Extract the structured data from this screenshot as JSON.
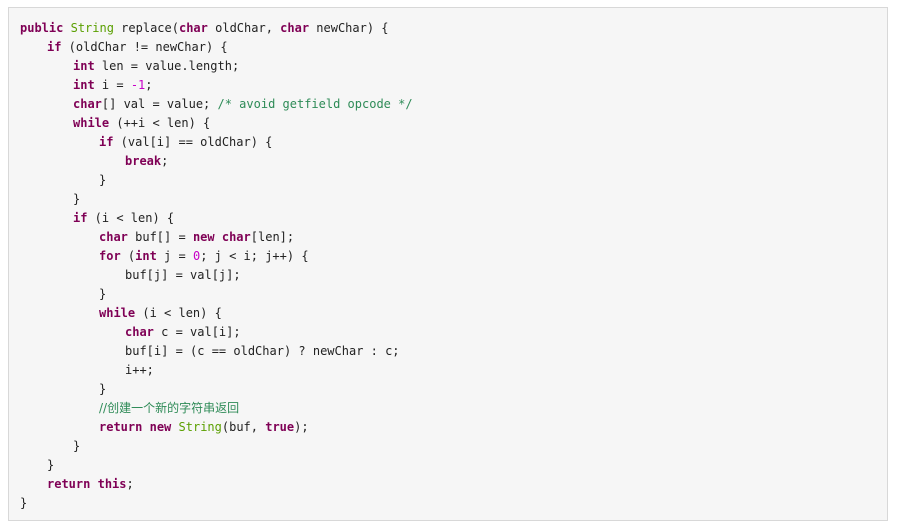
{
  "code": {
    "lines": [
      {
        "indent": 0,
        "tokens": [
          {
            "t": "kw",
            "v": "public"
          },
          {
            "t": "txt",
            "v": " "
          },
          {
            "t": "typ",
            "v": "String"
          },
          {
            "t": "txt",
            "v": " replace("
          },
          {
            "t": "kw",
            "v": "char"
          },
          {
            "t": "txt",
            "v": " oldChar, "
          },
          {
            "t": "kw",
            "v": "char"
          },
          {
            "t": "txt",
            "v": " newChar) {"
          }
        ]
      },
      {
        "indent": 1,
        "tokens": [
          {
            "t": "kw",
            "v": "if"
          },
          {
            "t": "txt",
            "v": " (oldChar != newChar) {"
          }
        ]
      },
      {
        "indent": 2,
        "tokens": [
          {
            "t": "kw",
            "v": "int"
          },
          {
            "t": "txt",
            "v": " len = value.length;"
          }
        ]
      },
      {
        "indent": 2,
        "tokens": [
          {
            "t": "kw",
            "v": "int"
          },
          {
            "t": "txt",
            "v": " i = "
          },
          {
            "t": "num",
            "v": "-1"
          },
          {
            "t": "txt",
            "v": ";"
          }
        ]
      },
      {
        "indent": 2,
        "tokens": [
          {
            "t": "kw",
            "v": "char"
          },
          {
            "t": "txt",
            "v": "[] val = value; "
          },
          {
            "t": "cmt",
            "v": "/* avoid getfield opcode */"
          }
        ]
      },
      {
        "indent": 2,
        "tokens": [
          {
            "t": "kw",
            "v": "while"
          },
          {
            "t": "txt",
            "v": " (++i < len) {"
          }
        ]
      },
      {
        "indent": 3,
        "tokens": [
          {
            "t": "kw",
            "v": "if"
          },
          {
            "t": "txt",
            "v": " (val[i] == oldChar) {"
          }
        ]
      },
      {
        "indent": 4,
        "tokens": [
          {
            "t": "kw",
            "v": "break"
          },
          {
            "t": "txt",
            "v": ";"
          }
        ]
      },
      {
        "indent": 3,
        "tokens": [
          {
            "t": "txt",
            "v": "}"
          }
        ]
      },
      {
        "indent": 2,
        "tokens": [
          {
            "t": "txt",
            "v": "}"
          }
        ]
      },
      {
        "indent": 2,
        "tokens": [
          {
            "t": "kw",
            "v": "if"
          },
          {
            "t": "txt",
            "v": " (i < len) {"
          }
        ]
      },
      {
        "indent": 3,
        "tokens": [
          {
            "t": "kw",
            "v": "char"
          },
          {
            "t": "txt",
            "v": " buf[] = "
          },
          {
            "t": "kw",
            "v": "new"
          },
          {
            "t": "txt",
            "v": " "
          },
          {
            "t": "kw",
            "v": "char"
          },
          {
            "t": "txt",
            "v": "[len];"
          }
        ]
      },
      {
        "indent": 3,
        "tokens": [
          {
            "t": "kw",
            "v": "for"
          },
          {
            "t": "txt",
            "v": " ("
          },
          {
            "t": "kw",
            "v": "int"
          },
          {
            "t": "txt",
            "v": " j = "
          },
          {
            "t": "num",
            "v": "0"
          },
          {
            "t": "txt",
            "v": "; j < i; j++) {"
          }
        ]
      },
      {
        "indent": 4,
        "tokens": [
          {
            "t": "txt",
            "v": "buf[j] = val[j];"
          }
        ]
      },
      {
        "indent": 3,
        "tokens": [
          {
            "t": "txt",
            "v": "}"
          }
        ]
      },
      {
        "indent": 3,
        "tokens": [
          {
            "t": "kw",
            "v": "while"
          },
          {
            "t": "txt",
            "v": " (i < len) {"
          }
        ]
      },
      {
        "indent": 4,
        "tokens": [
          {
            "t": "kw",
            "v": "char"
          },
          {
            "t": "txt",
            "v": " c = val[i];"
          }
        ]
      },
      {
        "indent": 4,
        "tokens": [
          {
            "t": "txt",
            "v": "buf[i] = (c == oldChar) ? newChar : c;"
          }
        ]
      },
      {
        "indent": 4,
        "tokens": [
          {
            "t": "txt",
            "v": "i++;"
          }
        ]
      },
      {
        "indent": 3,
        "tokens": [
          {
            "t": "txt",
            "v": "}"
          }
        ]
      },
      {
        "indent": 3,
        "tokens": [
          {
            "t": "cmt",
            "v": "//创建一个新的字符串返回"
          }
        ]
      },
      {
        "indent": 3,
        "tokens": [
          {
            "t": "kw",
            "v": "return"
          },
          {
            "t": "txt",
            "v": " "
          },
          {
            "t": "kw",
            "v": "new"
          },
          {
            "t": "txt",
            "v": " "
          },
          {
            "t": "typ",
            "v": "String"
          },
          {
            "t": "txt",
            "v": "(buf, "
          },
          {
            "t": "kw",
            "v": "true"
          },
          {
            "t": "txt",
            "v": ");"
          }
        ]
      },
      {
        "indent": 2,
        "tokens": [
          {
            "t": "txt",
            "v": "}"
          }
        ]
      },
      {
        "indent": 1,
        "tokens": [
          {
            "t": "txt",
            "v": "}"
          }
        ]
      },
      {
        "indent": 1,
        "tokens": [
          {
            "t": "kw",
            "v": "return"
          },
          {
            "t": "txt",
            "v": " "
          },
          {
            "t": "kw",
            "v": "this"
          },
          {
            "t": "txt",
            "v": ";"
          }
        ]
      },
      {
        "indent": 0,
        "tokens": [
          {
            "t": "txt",
            "v": "}"
          }
        ]
      }
    ]
  },
  "colors": {
    "keyword": "#7f0055",
    "type": "#5a9f00",
    "number": "#c800c8",
    "comment": "#2e8b57",
    "text": "#222222",
    "background": "#f6f6f6",
    "border": "#d8d8d8"
  }
}
